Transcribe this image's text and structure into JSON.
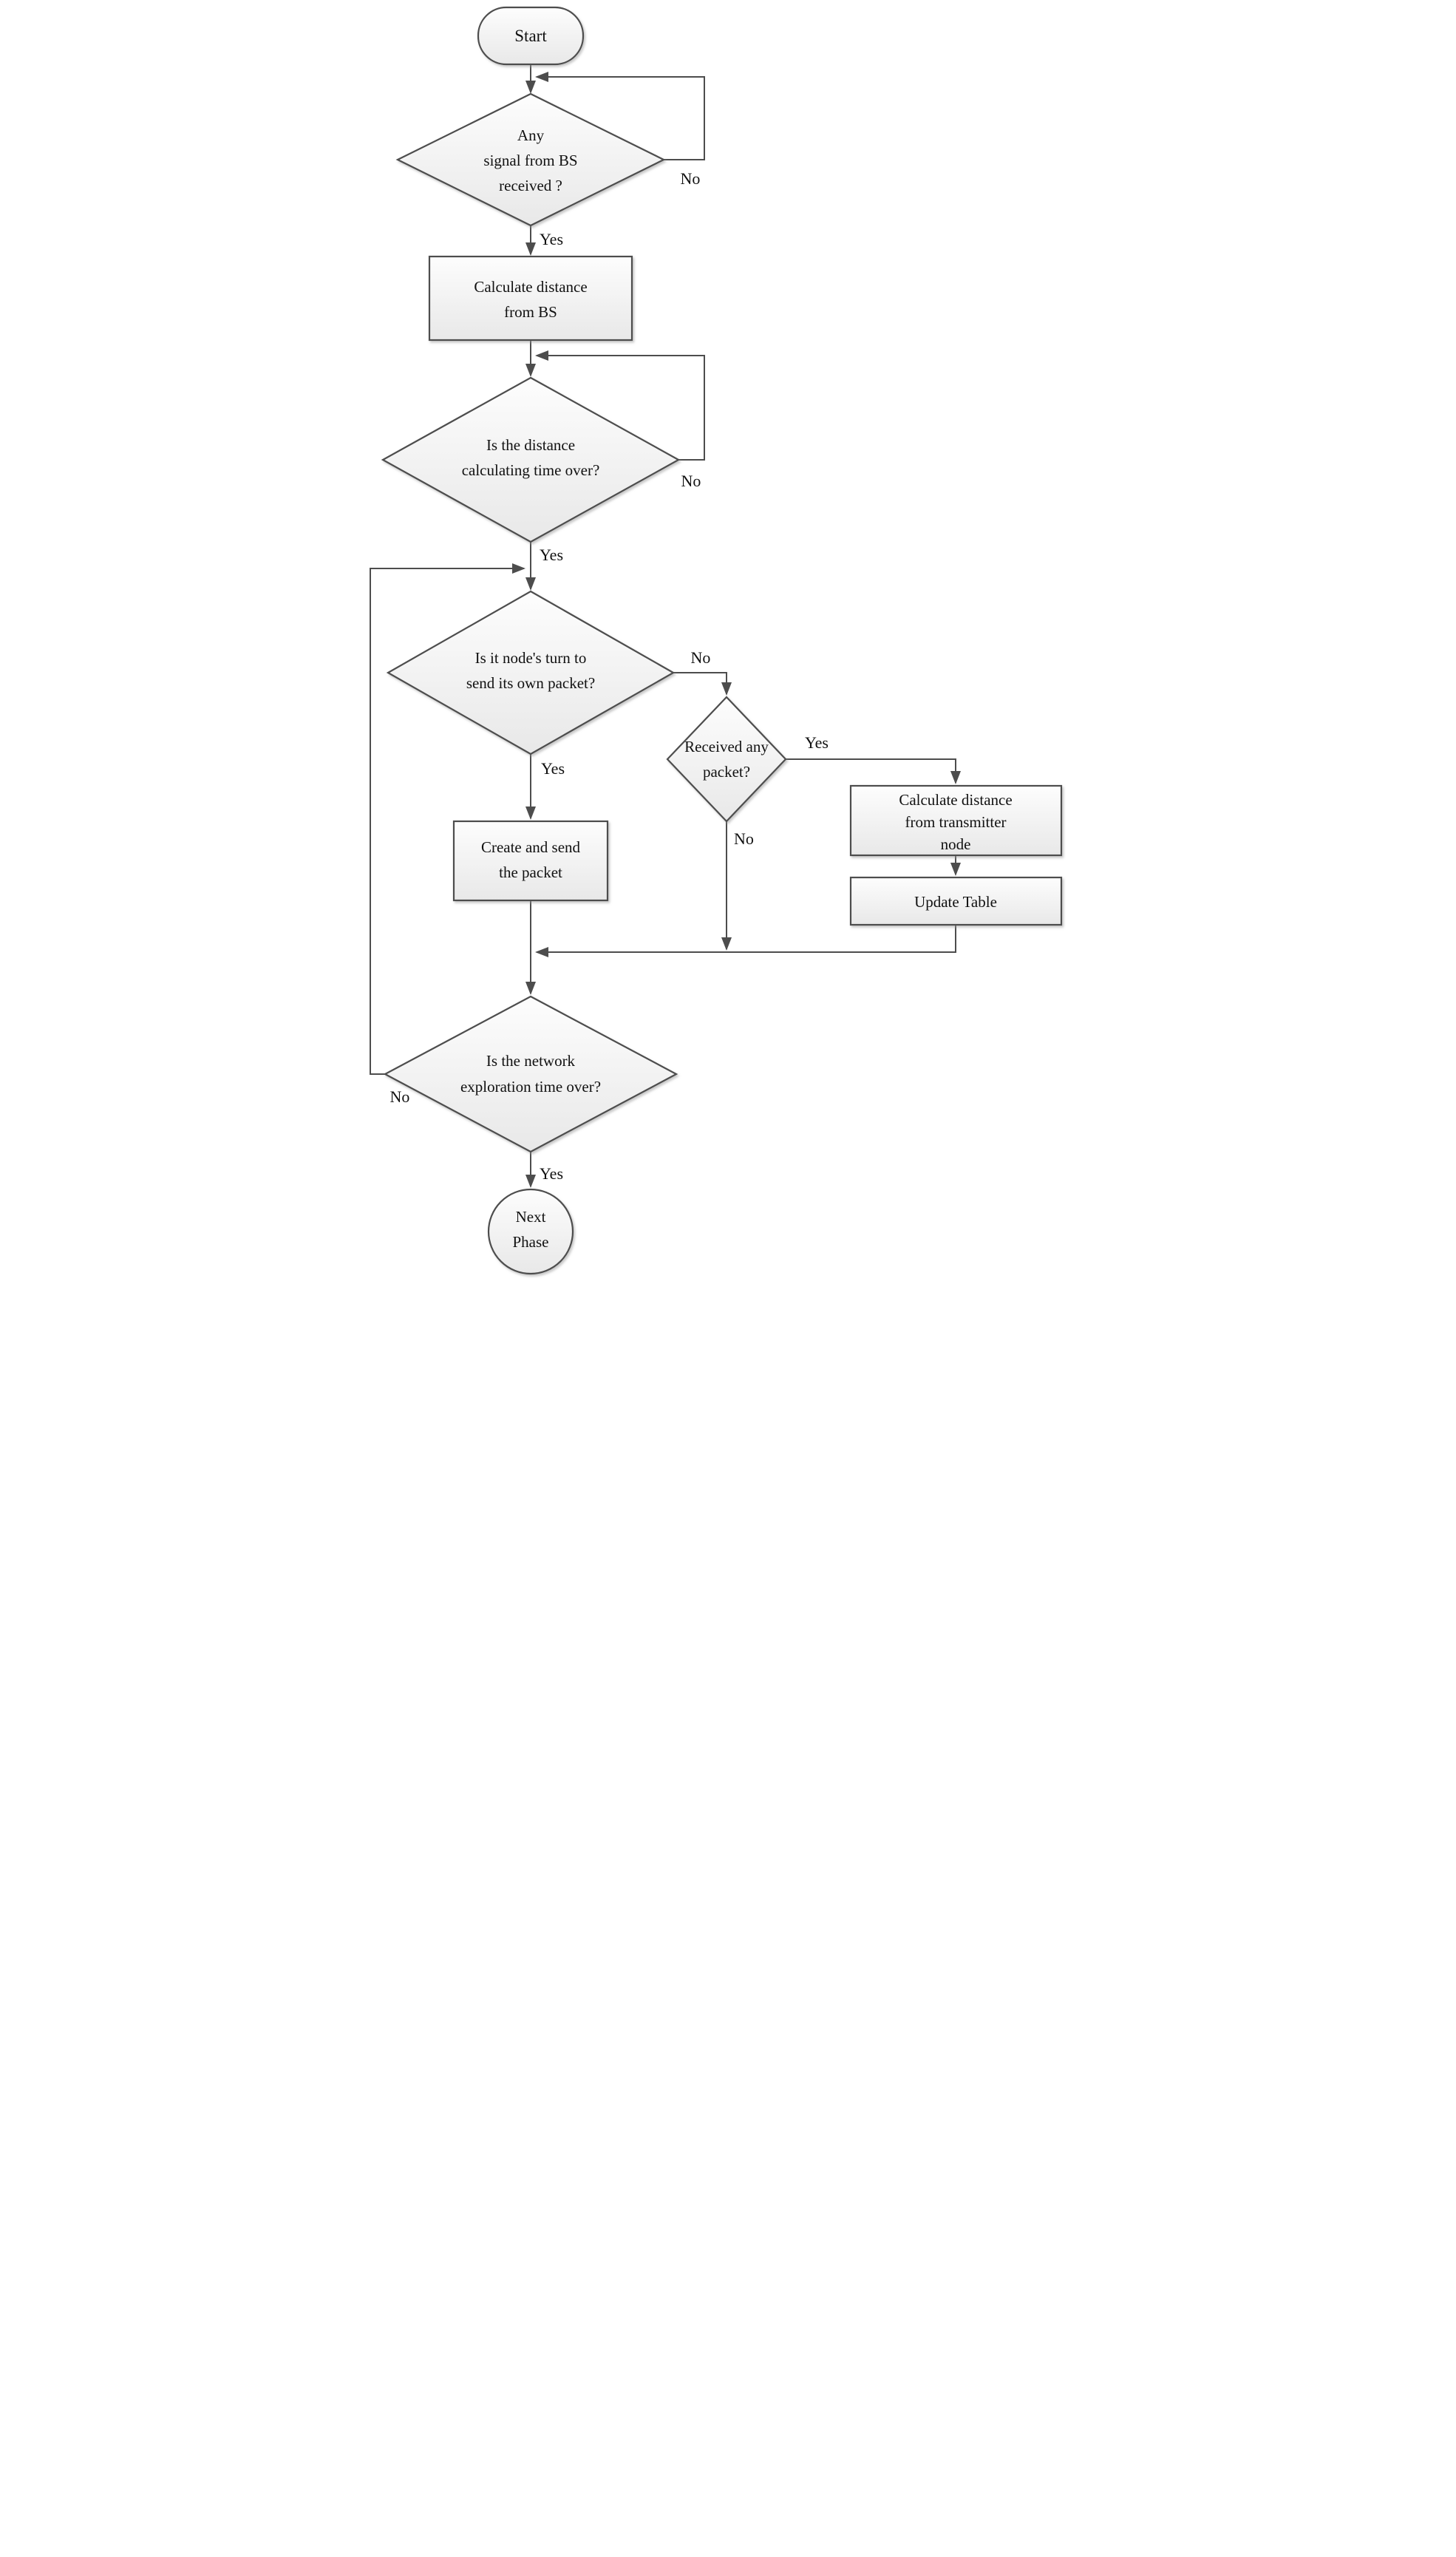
{
  "figure_type": "flowchart",
  "nodes": {
    "start": {
      "type": "terminator",
      "label": "Start"
    },
    "signal_check": {
      "type": "decision",
      "label": "Any signal from BS received ?",
      "lines": [
        "Any",
        "signal from BS",
        "received ?"
      ]
    },
    "calc_bs": {
      "type": "process",
      "label": "Calculate distance from BS",
      "lines": [
        "Calculate distance",
        "from BS"
      ]
    },
    "time_check": {
      "type": "decision",
      "label": "Is the distance calculating time over?",
      "lines": [
        "Is the distance",
        "calculating time over?"
      ]
    },
    "turn_check": {
      "type": "decision",
      "label": "Is it node's turn to send its own packet?",
      "lines": [
        "Is it node's turn to",
        "send its own packet?"
      ]
    },
    "recv_check": {
      "type": "decision",
      "label": "Received any packet?",
      "lines": [
        "Received any",
        "packet?"
      ]
    },
    "calc_tx": {
      "type": "process",
      "label": "Calculate distance from transmitter node",
      "lines": [
        "Calculate distance",
        "from transmitter",
        "node"
      ]
    },
    "update_table": {
      "type": "process",
      "label": "Update Table"
    },
    "create_send": {
      "type": "process",
      "label": "Create and send the packet",
      "lines": [
        "Create and send",
        "the packet"
      ]
    },
    "explore_check": {
      "type": "decision",
      "label": "Is the network exploration time over?",
      "lines": [
        "Is the network",
        "exploration time over?"
      ]
    },
    "next_phase": {
      "type": "terminator-circle",
      "label": "Next Phase",
      "lines": [
        "Next",
        "Phase"
      ]
    }
  },
  "edges": {
    "start_to_signal": {
      "from": "start",
      "to": "signal_check",
      "label": ""
    },
    "signal_no_loop": {
      "from": "signal_check",
      "to": "signal_check",
      "label": "No"
    },
    "signal_yes": {
      "from": "signal_check",
      "to": "calc_bs",
      "label": "Yes"
    },
    "calc_bs_to_time": {
      "from": "calc_bs",
      "to": "time_check",
      "label": ""
    },
    "time_no_loop": {
      "from": "time_check",
      "to": "time_check",
      "label": "No"
    },
    "time_yes": {
      "from": "time_check",
      "to": "turn_check",
      "label": "Yes"
    },
    "turn_no": {
      "from": "turn_check",
      "to": "recv_check",
      "label": "No"
    },
    "turn_yes": {
      "from": "turn_check",
      "to": "create_send",
      "label": "Yes"
    },
    "recv_yes": {
      "from": "recv_check",
      "to": "calc_tx",
      "label": "Yes"
    },
    "recv_no": {
      "from": "recv_check",
      "to": "merge-line",
      "label": "No"
    },
    "calc_tx_to_update": {
      "from": "calc_tx",
      "to": "update_table",
      "label": ""
    },
    "update_to_merge": {
      "from": "update_table",
      "to": "merge-line",
      "label": ""
    },
    "create_send_to_explore": {
      "from": "create_send",
      "to": "explore_check",
      "label": ""
    },
    "explore_no_loop": {
      "from": "explore_check",
      "to": "turn_check",
      "label": "No"
    },
    "explore_yes": {
      "from": "explore_check",
      "to": "next_phase",
      "label": "Yes"
    }
  },
  "colors": {
    "stroke": "#4d4d4d",
    "text": "#111111",
    "node_fill_top": "#fdfdfd",
    "node_fill_bottom": "#e8e8e8",
    "canvas": "#ffffff"
  }
}
